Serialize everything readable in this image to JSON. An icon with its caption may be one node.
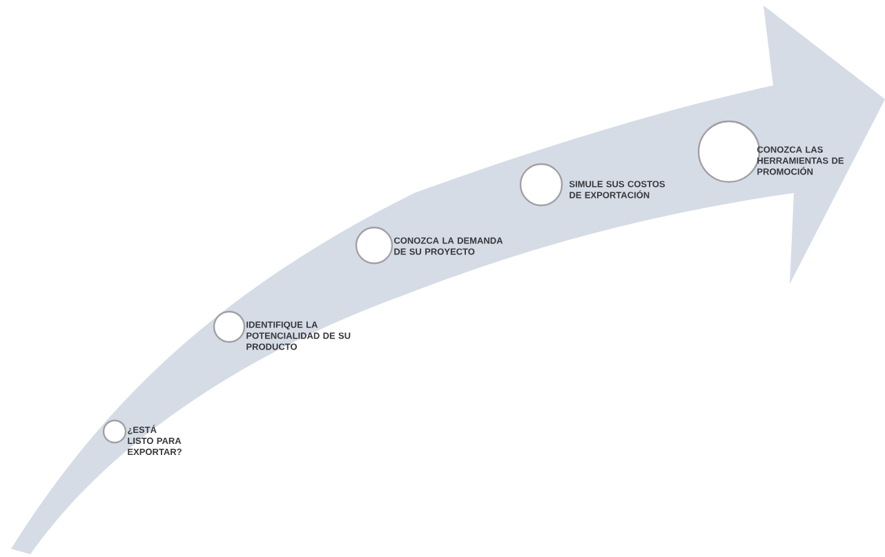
{
  "diagram": {
    "nodes": [
      {
        "text": [],
        "shape": "circle",
        "beside": [
          "¿ESTÁ LISTO PARA EXPORTAR?"
        ]
      },
      {
        "text": [],
        "shape": "circle",
        "beside": [
          "IDENTIFIQUE LA POTENCIALIDAD DE SU PRODUCTO"
        ]
      },
      {
        "text": [],
        "shape": "circle",
        "beside": [
          "CONOZCA LA DEMANDA DE SU PROYECTO"
        ]
      },
      {
        "text": [],
        "shape": "circle",
        "beside": [
          "SIMULE SUS COSTOS DE EXPORTACIÓN"
        ]
      },
      {
        "text": [],
        "shape": "circle",
        "beside": [
          "CONOZCA LAS HERRAMIENTAS DE PROMOCIÓN"
        ]
      }
    ]
  }
}
